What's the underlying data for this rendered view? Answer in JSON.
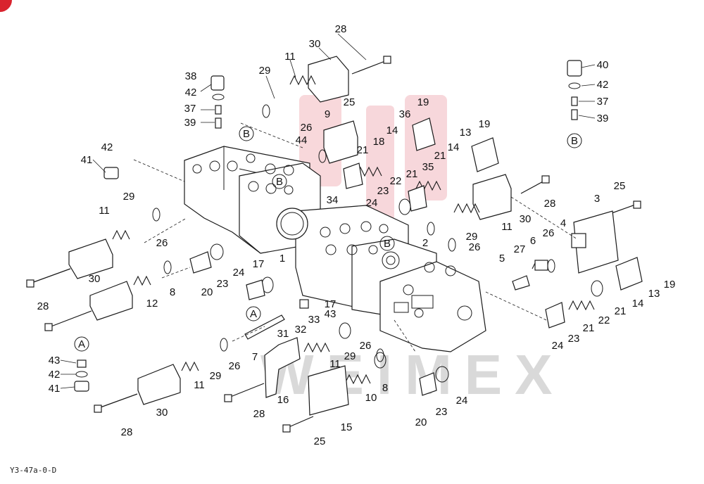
{
  "diagram_code": "Y3-47a-0-D",
  "watermark_text": "WEIMEX",
  "corner_badge_color": "#d9232e",
  "watermark_seal_color": "#f2b8be",
  "callouts": {
    "A": "A",
    "B": "B"
  },
  "labels": {
    "l1": "1",
    "l2": "2",
    "l3": "3",
    "l4": "4",
    "l5": "5",
    "l6": "6",
    "l7": "7",
    "l8a": "8",
    "l8b": "8",
    "l9": "9",
    "l10": "10",
    "l11a": "11",
    "l11b": "11",
    "l11c": "11",
    "l11d": "11",
    "l11e": "11",
    "l12": "12",
    "l13a": "13",
    "l13b": "13",
    "l14a": "14",
    "l14b": "14",
    "l14c": "14",
    "l15": "15",
    "l16": "16",
    "l17a": "17",
    "l17b": "17",
    "l18": "18",
    "l19a": "19",
    "l19b": "19",
    "l19c": "19",
    "l20a": "20",
    "l20b": "20",
    "l21a": "21",
    "l21b": "21",
    "l21c": "21",
    "l21d": "21",
    "l21e": "21",
    "l22a": "22",
    "l22b": "22",
    "l23a": "23",
    "l23b": "23",
    "l23c": "23",
    "l23d": "23",
    "l24a": "24",
    "l24b": "24",
    "l24c": "24",
    "l24d": "24",
    "l25a": "25",
    "l25b": "25",
    "l25c": "25",
    "l26a": "26",
    "l26b": "26",
    "l26c": "26",
    "l26d": "26",
    "l26e": "26",
    "l26f": "26",
    "l27": "27",
    "l28a": "28",
    "l28b": "28",
    "l28c": "28",
    "l28d": "28",
    "l28e": "28",
    "l28f": "28",
    "l29a": "29",
    "l29b": "29",
    "l29c": "29",
    "l29d": "29",
    "l29e": "29",
    "l30a": "30",
    "l30b": "30",
    "l30c": "30",
    "l30d": "30",
    "l30e": "30",
    "l31": "31",
    "l32": "32",
    "l33": "33",
    "l34": "34",
    "l35": "35",
    "l36": "36",
    "l37a": "37",
    "l37b": "37",
    "l38": "38",
    "l39a": "39",
    "l39b": "39",
    "l40": "40",
    "l41a": "41",
    "l41b": "41",
    "l42a": "42",
    "l42b": "42",
    "l42c": "42",
    "l42d": "42",
    "l43a": "43",
    "l43b": "43",
    "l44": "44"
  }
}
